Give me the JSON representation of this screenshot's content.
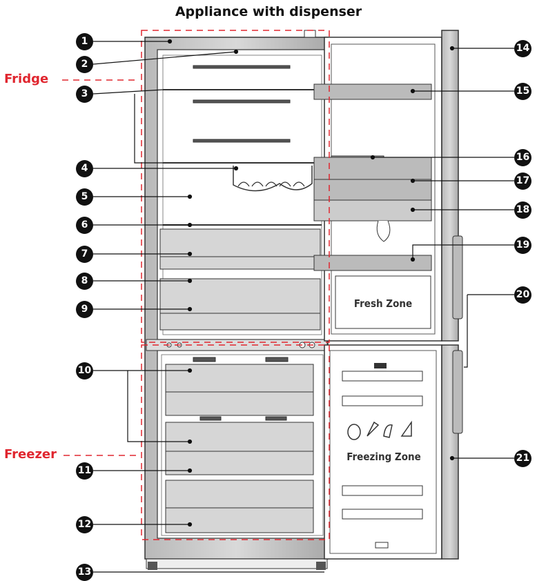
{
  "title": "Appliance with dispenser",
  "zones": {
    "fridge": "Fridge",
    "freezer": "Freezer"
  },
  "door_labels": {
    "fresh": "Fresh Zone",
    "freezing": "Freezing Zone"
  },
  "callouts": [
    "1",
    "2",
    "3",
    "4",
    "5",
    "6",
    "7",
    "8",
    "9",
    "10",
    "11",
    "12",
    "13",
    "14",
    "15",
    "16",
    "17",
    "18",
    "19",
    "20",
    "21"
  ],
  "colors": {
    "zone_red": "#e0262f",
    "badge": "#111111",
    "panel_gray": "#c8c8c8",
    "drawer_gray": "#d6d6d6"
  }
}
